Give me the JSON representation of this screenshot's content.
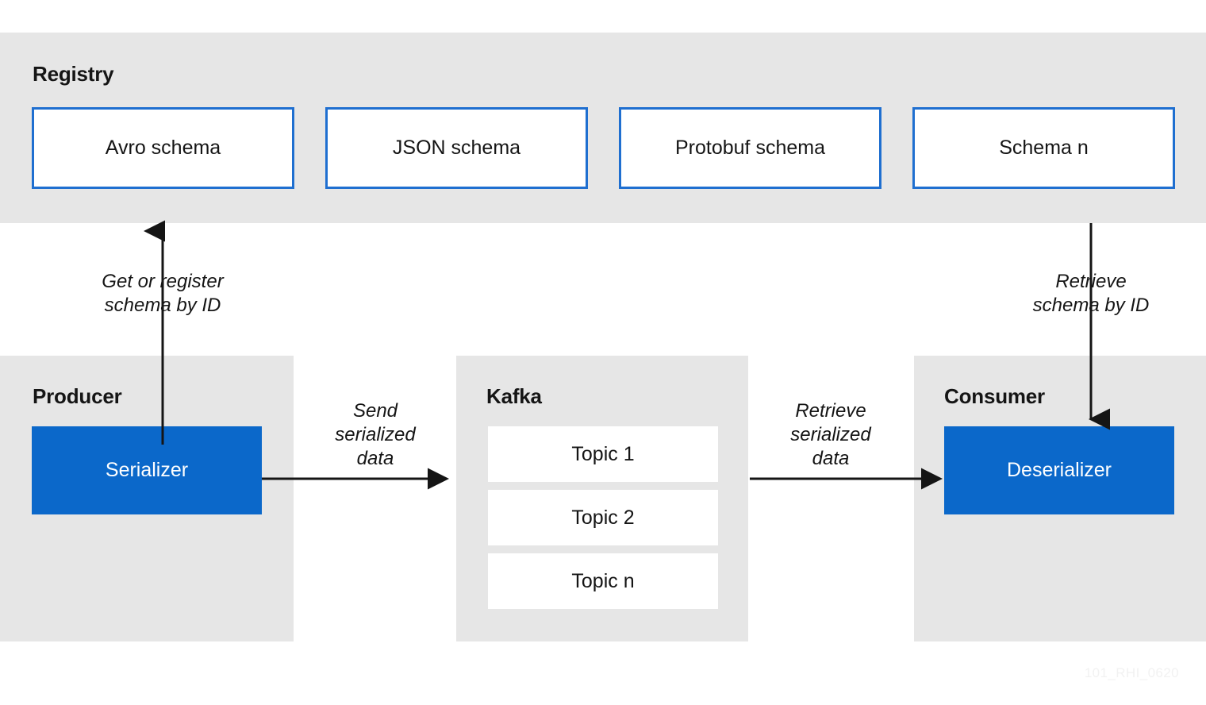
{
  "diagram": {
    "watermark": "101_RHI_0620",
    "colors": {
      "band_gray": "#e6e6e6",
      "accent_blue_fill": "#0b68ca",
      "accent_blue_border": "#1f6fd0",
      "text_dark": "#151515",
      "white": "#ffffff"
    }
  },
  "registry": {
    "title": "Registry",
    "schemas": [
      {
        "label": "Avro schema"
      },
      {
        "label": "JSON schema"
      },
      {
        "label": "Protobuf schema"
      },
      {
        "label": "Schema n"
      }
    ]
  },
  "producer": {
    "title": "Producer",
    "component": "Serializer"
  },
  "kafka": {
    "title": "Kafka",
    "topics": [
      {
        "label": "Topic 1"
      },
      {
        "label": "Topic 2"
      },
      {
        "label": "Topic n"
      }
    ]
  },
  "consumer": {
    "title": "Consumer",
    "component": "Deserializer"
  },
  "edges": {
    "get_or_register": "Get or register\nschema by ID",
    "retrieve_schema": "Retrieve\nschema by ID",
    "send_serialized": "Send\nserialized\ndata",
    "retrieve_serialized": "Retrieve\nserialized\ndata"
  }
}
